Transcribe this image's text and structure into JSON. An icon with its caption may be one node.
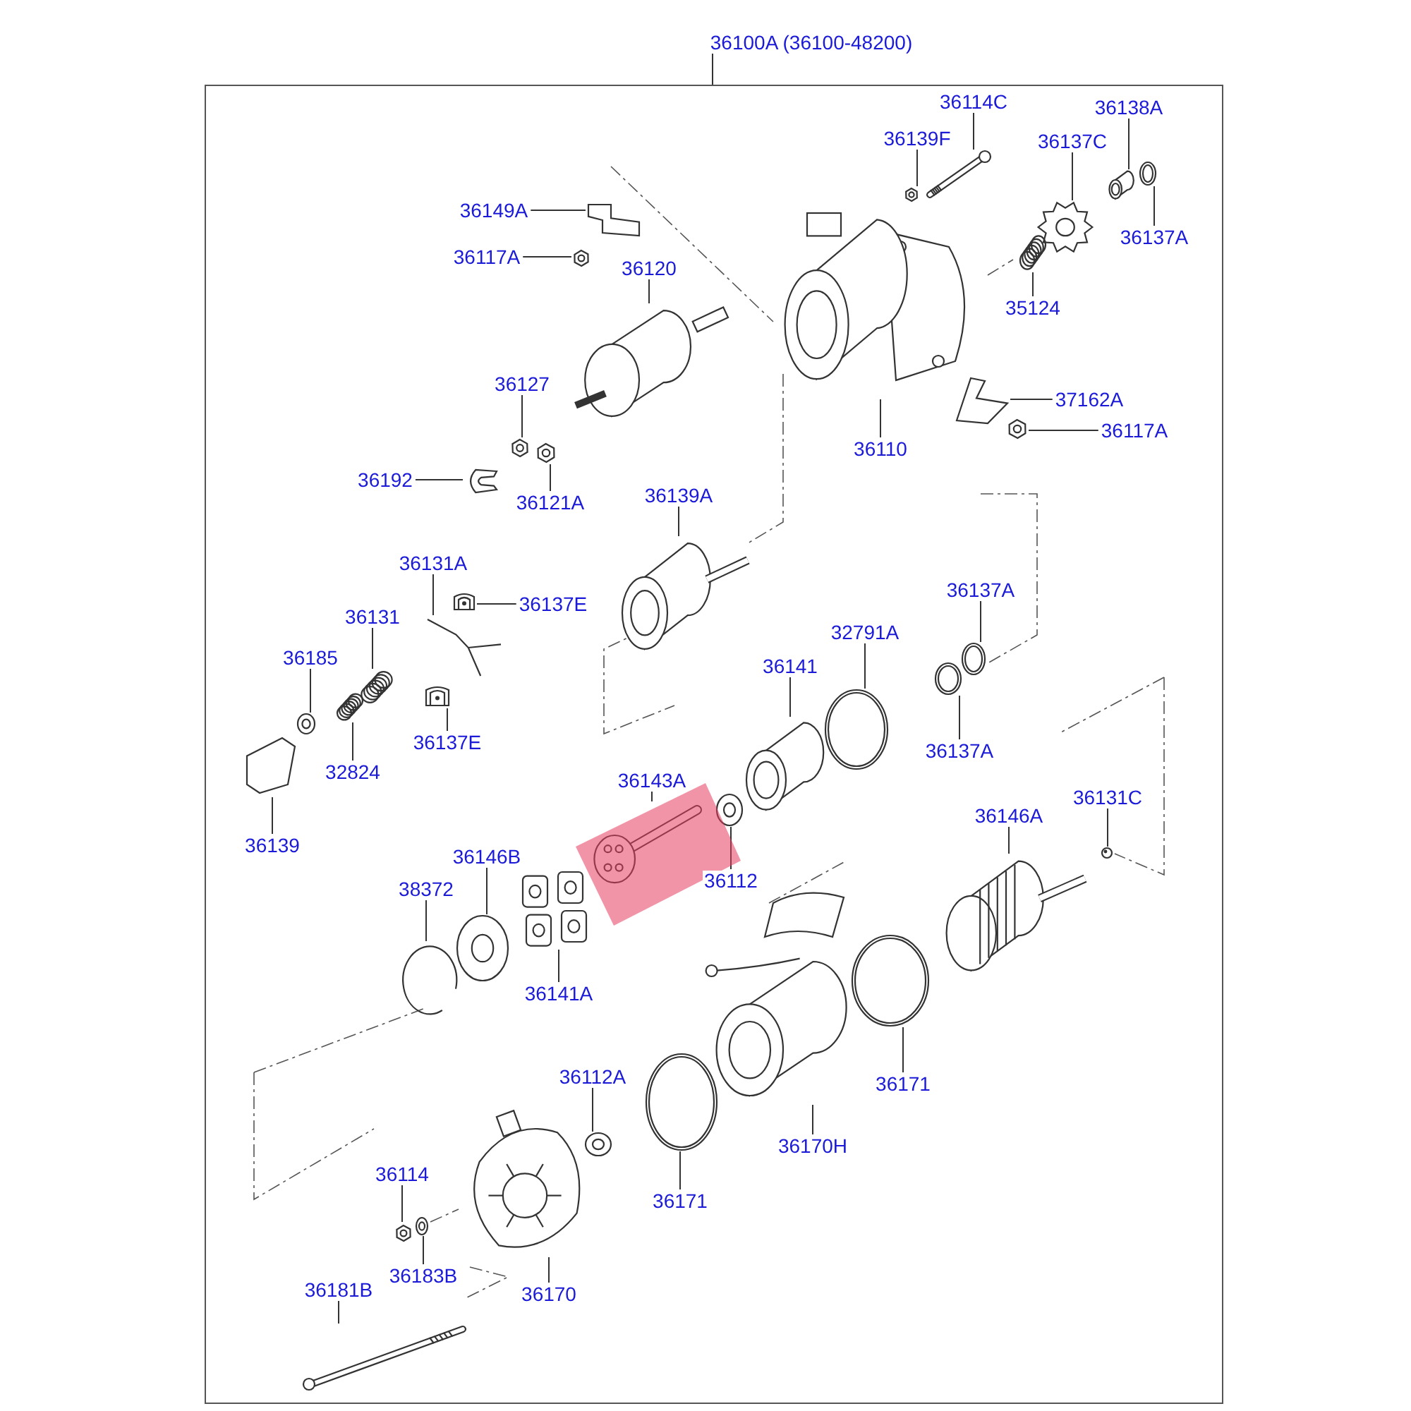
{
  "diagram": {
    "nodes": [
      {
        "text": [
          "36100A (36100-48200)"
        ]
      },
      {
        "text": [],
        "shape": "box"
      },
      {
        "text": [
          "36114C"
        ],
        "in": 1
      },
      {
        "text": [],
        "shape": "picture",
        "in": 1
      },
      {
        "text": [
          "36138A"
        ],
        "in": 1
      },
      {
        "text": [],
        "shape": "picture",
        "in": 1
      },
      {
        "text": [
          "36139F"
        ],
        "in": 1
      },
      {
        "text": [],
        "shape": "picture",
        "in": 1
      },
      {
        "text": [
          "36137C"
        ],
        "in": 1
      },
      {
        "text": [],
        "shape": "picture",
        "in": 1
      },
      {
        "text": [
          "36137A"
        ],
        "in": 1
      },
      {
        "text": [],
        "shape": "picture",
        "in": 1
      },
      {
        "text": [
          "36149A"
        ],
        "in": 1
      },
      {
        "text": [],
        "shape": "picture",
        "in": 1
      },
      {
        "text": [
          "36117A"
        ],
        "in": 1
      },
      {
        "text": [],
        "shape": "picture",
        "in": 1
      },
      {
        "text": [
          "36120"
        ],
        "in": 1
      },
      {
        "text": [],
        "shape": "picture",
        "in": 1
      },
      {
        "text": [
          "35124"
        ],
        "in": 1
      },
      {
        "text": [],
        "shape": "picture",
        "in": 1
      },
      {
        "text": [
          "36110"
        ],
        "in": 1
      },
      {
        "text": [],
        "shape": "picture",
        "in": 1
      },
      {
        "text": [
          "37162A"
        ],
        "in": 1
      },
      {
        "text": [],
        "shape": "picture",
        "in": 1
      },
      {
        "text": [
          "36117A"
        ],
        "in": 1
      },
      {
        "text": [],
        "shape": "picture",
        "in": 1
      },
      {
        "text": [
          "36127"
        ],
        "in": 1
      },
      {
        "text": [],
        "shape": "picture",
        "in": 1
      },
      {
        "text": [
          "36121A"
        ],
        "in": 1
      },
      {
        "text": [],
        "shape": "picture",
        "in": 1
      },
      {
        "text": [
          "36192"
        ],
        "in": 1
      },
      {
        "text": [],
        "shape": "picture",
        "in": 1
      },
      {
        "text": [
          "36139A"
        ],
        "in": 1
      },
      {
        "text": [],
        "shape": "picture",
        "in": 1
      },
      {
        "text": [
          "36131A"
        ],
        "in": 1
      },
      {
        "text": [],
        "shape": "picture",
        "in": 1
      },
      {
        "text": [
          "36137E"
        ],
        "in": 1
      },
      {
        "text": [],
        "shape": "picture",
        "in": 1
      },
      {
        "text": [
          "36131"
        ],
        "in": 1
      },
      {
        "text": [],
        "shape": "picture",
        "in": 1
      },
      {
        "text": [
          "36185"
        ],
        "in": 1
      },
      {
        "text": [],
        "shape": "picture",
        "in": 1
      },
      {
        "text": [
          "36137E"
        ],
        "in": 1
      },
      {
        "text": [],
        "shape": "picture",
        "in": 1
      },
      {
        "text": [
          "32824"
        ],
        "in": 1
      },
      {
        "text": [],
        "shape": "picture",
        "in": 1
      },
      {
        "text": [
          "36139"
        ],
        "in": 1
      },
      {
        "text": [],
        "shape": "picture",
        "in": 1
      },
      {
        "text": [
          "36141"
        ],
        "in": 1
      },
      {
        "text": [],
        "shape": "picture",
        "in": 1
      },
      {
        "text": [
          "32791A"
        ],
        "in": 1
      },
      {
        "text": [],
        "shape": "picture",
        "in": 1
      },
      {
        "text": [
          "36137A"
        ],
        "in": 1
      },
      {
        "text": [],
        "shape": "picture",
        "in": 1
      },
      {
        "text": [
          "36137A"
        ],
        "in": 1
      },
      {
        "text": [],
        "shape": "picture",
        "in": 1
      },
      {
        "text": [
          "36143A"
        ],
        "in": 1
      },
      {
        "text": [],
        "shape": "picture",
        "in": 1
      },
      {
        "text": [
          "36112"
        ],
        "in": 1
      },
      {
        "text": [],
        "shape": "picture",
        "in": 1
      },
      {
        "text": [
          "36146A"
        ],
        "in": 1
      },
      {
        "text": [],
        "shape": "picture",
        "in": 1
      },
      {
        "text": [
          "36131C"
        ],
        "in": 1
      },
      {
        "text": [],
        "shape": "picture",
        "in": 1
      },
      {
        "text": [
          "36146B"
        ],
        "in": 1
      },
      {
        "text": [],
        "shape": "picture",
        "in": 1
      },
      {
        "text": [
          "38372"
        ],
        "in": 1
      },
      {
        "text": [],
        "shape": "picture",
        "in": 1
      },
      {
        "text": [
          "36141A"
        ],
        "in": 1
      },
      {
        "text": [],
        "shape": "picture",
        "in": 1
      },
      {
        "text": [
          "36171"
        ],
        "in": 1
      },
      {
        "text": [],
        "shape": "picture",
        "in": 1
      },
      {
        "text": [
          "36112A"
        ],
        "in": 1
      },
      {
        "text": [],
        "shape": "picture",
        "in": 1
      },
      {
        "text": [
          "36170H"
        ],
        "in": 1
      },
      {
        "text": [],
        "shape": "picture",
        "in": 1
      },
      {
        "text": [
          "36171"
        ],
        "in": 1
      },
      {
        "text": [],
        "shape": "picture",
        "in": 1
      },
      {
        "text": [
          "36114"
        ],
        "in": 1
      },
      {
        "text": [],
        "shape": "picture",
        "in": 1
      },
      {
        "text": [
          "36183B"
        ],
        "in": 1
      },
      {
        "text": [],
        "shape": "picture",
        "in": 1
      },
      {
        "text": [
          "36170"
        ],
        "in": 1
      },
      {
        "text": [],
        "shape": "picture",
        "in": 1
      },
      {
        "text": [
          "36181B"
        ],
        "in": 1
      },
      {
        "text": [],
        "shape": "picture",
        "in": 1
      }
    ],
    "edges": [
      {
        "from": 0,
        "to": 1,
        "arrow": "none"
      },
      {
        "from": 2,
        "to": 3,
        "arrow": "none"
      },
      {
        "from": 4,
        "to": 5,
        "arrow": "none"
      },
      {
        "from": 6,
        "to": 7,
        "arrow": "none"
      },
      {
        "from": 8,
        "to": 9,
        "arrow": "none"
      },
      {
        "from": 10,
        "to": 11,
        "arrow": "none"
      },
      {
        "from": 12,
        "to": 13,
        "arrow": "none"
      },
      {
        "from": 14,
        "to": 15,
        "arrow": "none"
      },
      {
        "from": 16,
        "to": 17,
        "arrow": "none"
      },
      {
        "from": 18,
        "to": 19,
        "arrow": "none"
      },
      {
        "from": 20,
        "to": 21,
        "arrow": "none"
      },
      {
        "from": 22,
        "to": 23,
        "arrow": "none"
      },
      {
        "from": 24,
        "to": 25,
        "arrow": "none"
      },
      {
        "from": 26,
        "to": 27,
        "arrow": "none"
      },
      {
        "from": 28,
        "to": 29,
        "arrow": "none"
      },
      {
        "from": 30,
        "to": 31,
        "arrow": "none"
      },
      {
        "from": 32,
        "to": 33,
        "arrow": "none"
      },
      {
        "from": 34,
        "to": 35,
        "arrow": "none"
      },
      {
        "from": 36,
        "to": 37,
        "arrow": "none"
      },
      {
        "from": 38,
        "to": 39,
        "arrow": "none"
      },
      {
        "from": 40,
        "to": 41,
        "arrow": "none"
      },
      {
        "from": 42,
        "to": 43,
        "arrow": "none"
      },
      {
        "from": 44,
        "to": 45,
        "arrow": "none"
      },
      {
        "from": 46,
        "to": 47,
        "arrow": "none"
      },
      {
        "from": 48,
        "to": 49,
        "arrow": "none"
      },
      {
        "from": 50,
        "to": 51,
        "arrow": "none"
      },
      {
        "from": 52,
        "to": 53,
        "arrow": "none"
      },
      {
        "from": 54,
        "to": 55,
        "arrow": "none"
      },
      {
        "from": 56,
        "to": 57,
        "arrow": "none"
      },
      {
        "from": 58,
        "to": 59,
        "arrow": "none"
      },
      {
        "from": 60,
        "to": 61,
        "arrow": "none"
      },
      {
        "from": 62,
        "to": 63,
        "arrow": "none"
      },
      {
        "from": 64,
        "to": 65,
        "arrow": "none"
      },
      {
        "from": 66,
        "to": 67,
        "arrow": "none"
      },
      {
        "from": 68,
        "to": 69,
        "arrow": "none"
      },
      {
        "from": 70,
        "to": 71,
        "arrow": "none"
      },
      {
        "from": 72,
        "to": 73,
        "arrow": "none"
      },
      {
        "from": 74,
        "to": 75,
        "arrow": "none"
      },
      {
        "from": 76,
        "to": 77,
        "arrow": "none"
      },
      {
        "from": 78,
        "to": 79,
        "arrow": "none"
      },
      {
        "from": 80,
        "to": 81,
        "arrow": "none"
      },
      {
        "from": 82,
        "to": 83,
        "arrow": "none"
      },
      {
        "from": 84,
        "to": 85,
        "arrow": "none"
      }
    ]
  }
}
